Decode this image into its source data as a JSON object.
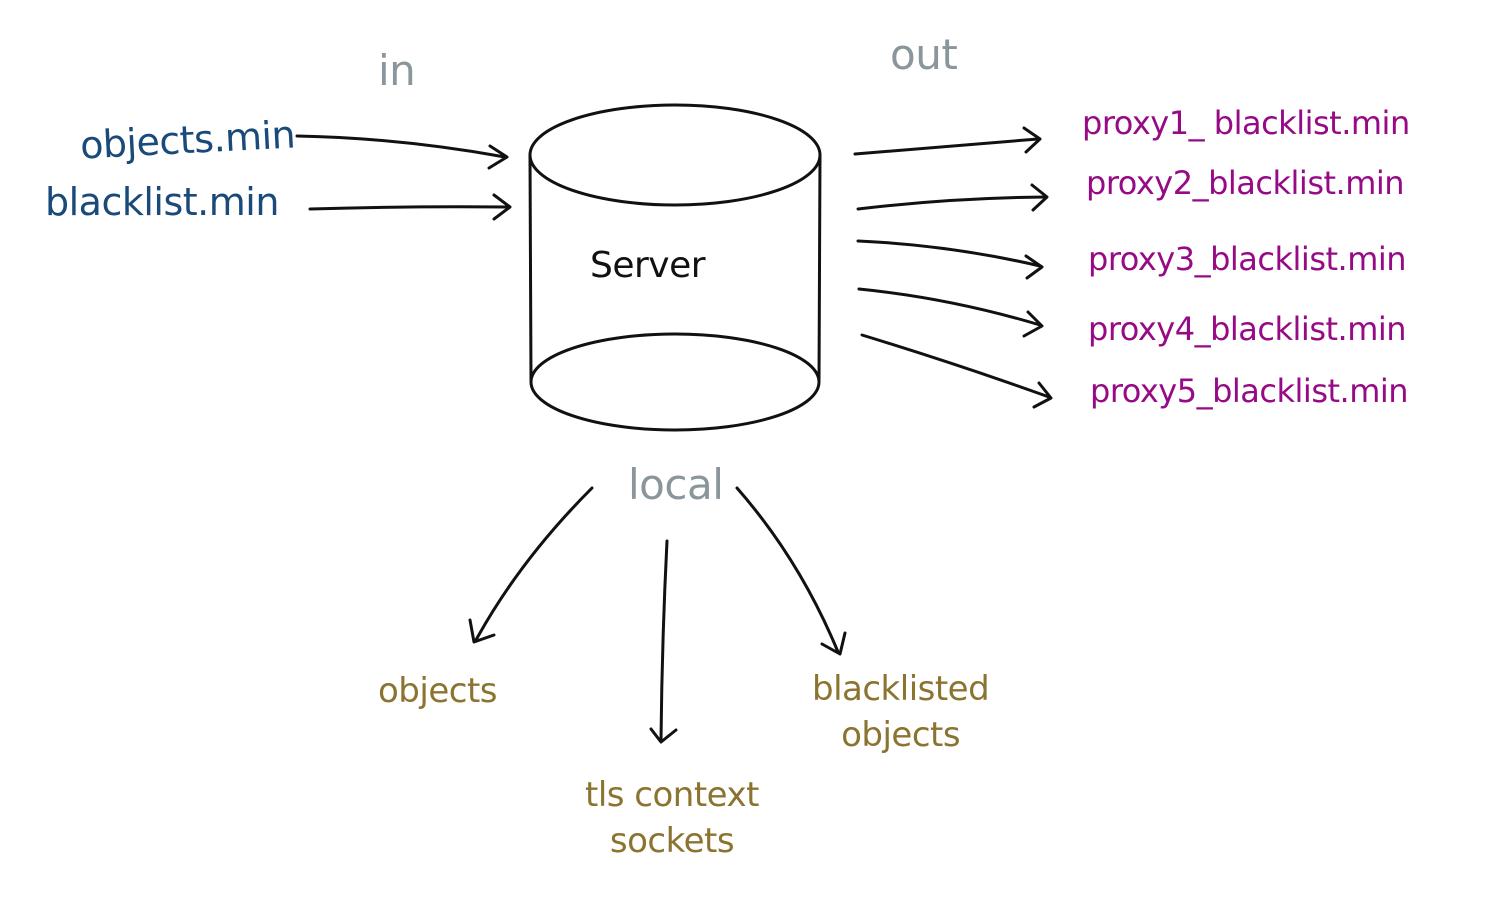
{
  "colors": {
    "ink": "#111111",
    "section_label": "#8a969c",
    "input": "#1a4a7a",
    "output": "#960a86",
    "local": "#8b7330"
  },
  "sections": {
    "in": "in",
    "out": "out",
    "local": "local"
  },
  "server": {
    "label": "Server"
  },
  "inputs": [
    "objects.min",
    "blacklist.min"
  ],
  "outputs": [
    "proxy1_ blacklist.min",
    "proxy2_blacklist.min",
    "proxy3_blacklist.min",
    "proxy4_blacklist.min",
    "proxy5_blacklist.min"
  ],
  "local_items": [
    {
      "line1": "objects",
      "line2": ""
    },
    {
      "line1": "tls context",
      "line2": "sockets"
    },
    {
      "line1": "blacklisted",
      "line2": "objects"
    }
  ]
}
